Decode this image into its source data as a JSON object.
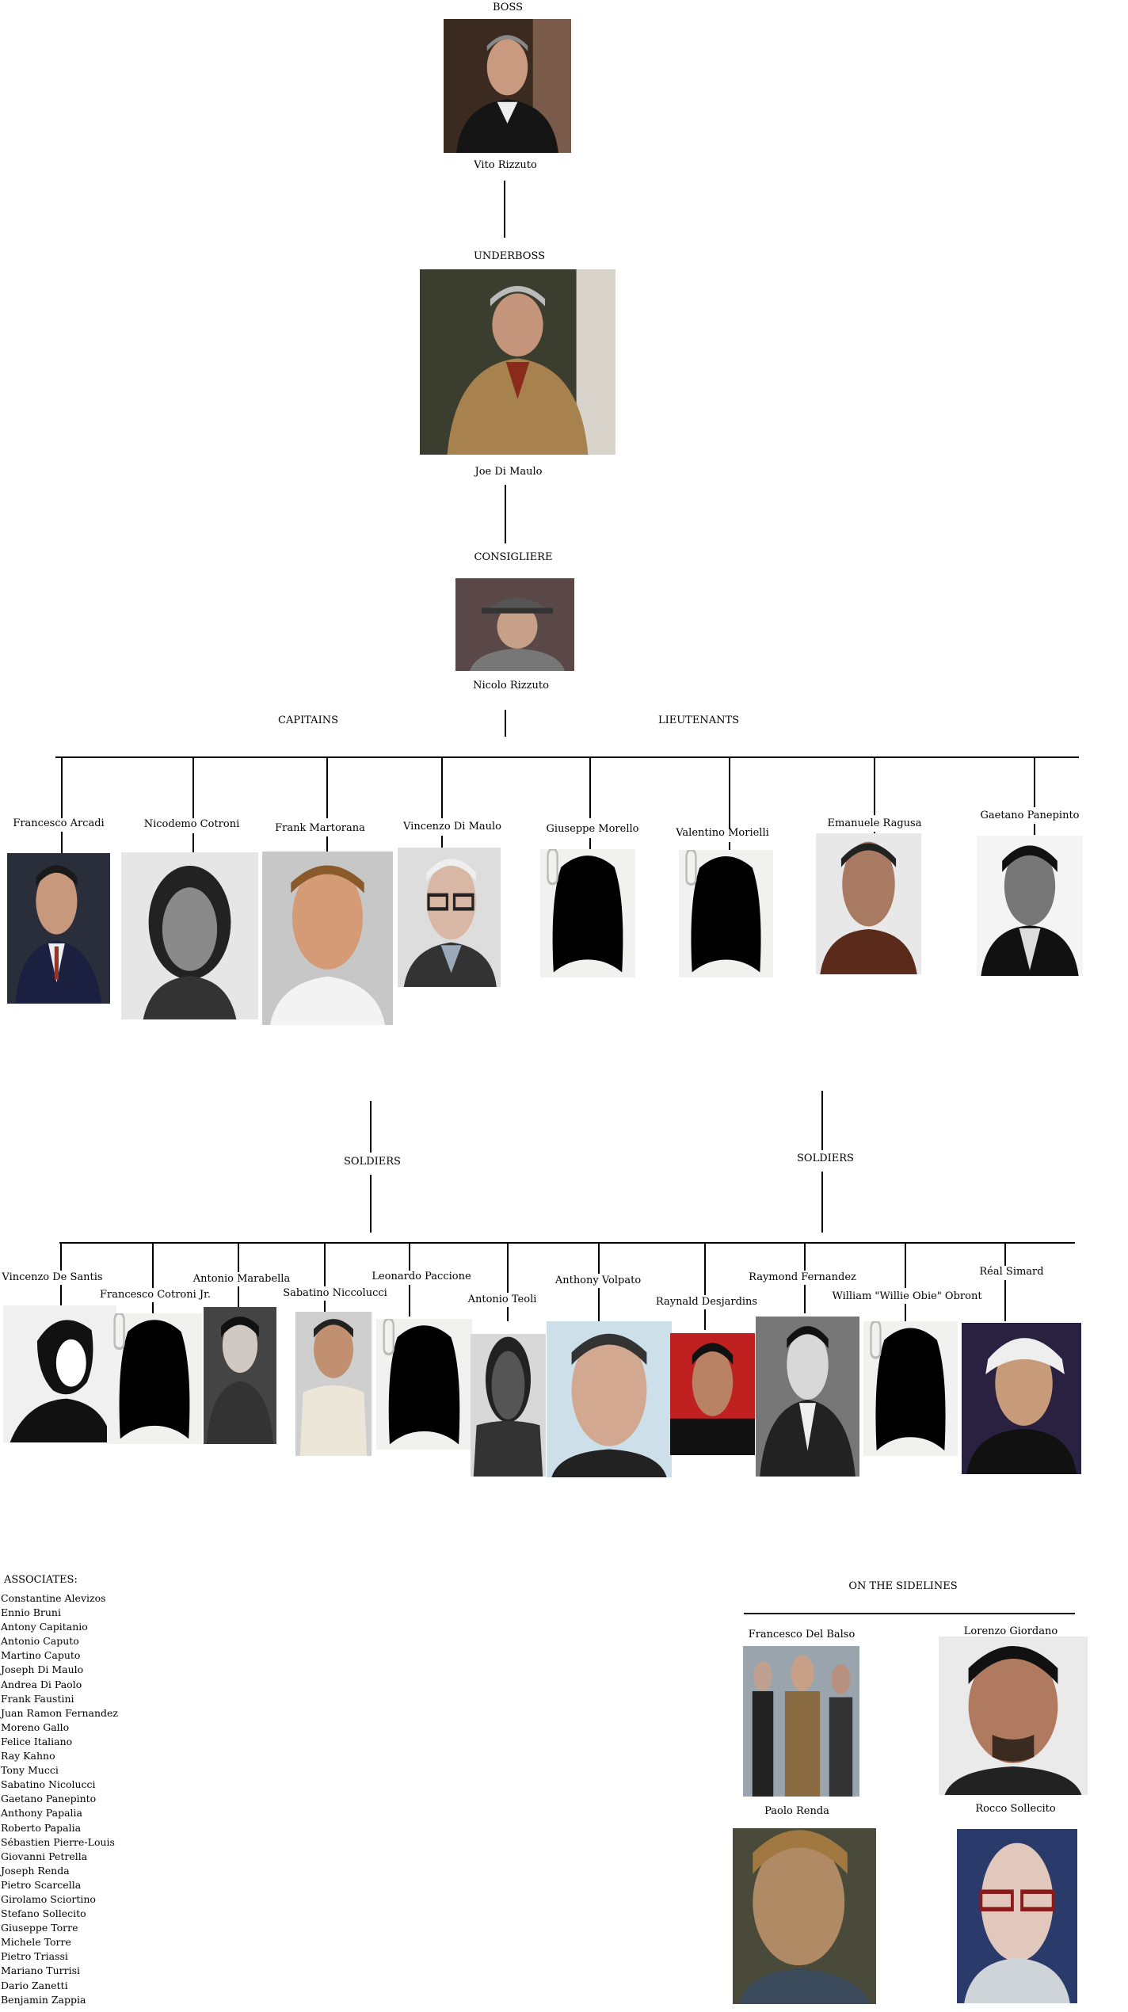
{
  "top": {
    "boss_label": "BOSS",
    "boss_name": "Vito Rizzuto",
    "underboss_label": "UNDERBOSS",
    "underboss_name": "Joe Di Maulo",
    "consigliere_label": "CONSIGLIERE",
    "consigliere_name": "Nicolo Rizzuto"
  },
  "capitains_label": "CAPITAINS",
  "lieutenants_label": "LIEUTENANTS",
  "row1": [
    {
      "name": "Francesco Arcadi",
      "photo": "portrait-photo"
    },
    {
      "name": "Nicodemo Cotroni",
      "photo": "portrait-photo"
    },
    {
      "name": "Frank Martorana",
      "photo": "portrait-photo"
    },
    {
      "name": "Vincenzo Di Maulo",
      "photo": "portrait-photo"
    },
    {
      "name": "Giuseppe Morello",
      "photo": "silhouette-placeholder"
    },
    {
      "name": "Valentino Morielli",
      "photo": "silhouette-placeholder"
    },
    {
      "name": "Emanuele Ragusa",
      "photo": "portrait-photo"
    },
    {
      "name": "Gaetano Panepinto",
      "photo": "portrait-photo"
    }
  ],
  "soldiers_left_label": "SOLDIERS",
  "soldiers_right_label": "SOLDIERS",
  "row2": [
    {
      "name": "Vincenzo De Santis",
      "photo": "portrait-photo"
    },
    {
      "name": "Francesco Cotroni Jr.",
      "photo": "silhouette-placeholder"
    },
    {
      "name": "Antonio Marabella",
      "photo": "portrait-photo"
    },
    {
      "name": "Sabatino Niccolucci",
      "photo": "portrait-photo"
    },
    {
      "name": "Leonardo Paccione",
      "photo": "silhouette-placeholder"
    },
    {
      "name": "Antonio Teoli",
      "photo": "portrait-photo"
    },
    {
      "name": "Anthony Volpato",
      "photo": "portrait-photo"
    },
    {
      "name": "Raynald Desjardins",
      "photo": "portrait-photo"
    },
    {
      "name": "Raymond Fernandez",
      "photo": "portrait-photo"
    },
    {
      "name": "William \"Willie Obie\" Obront",
      "photo": "silhouette-placeholder"
    },
    {
      "name": "Réal Simard",
      "photo": "portrait-photo"
    }
  ],
  "associates": {
    "heading": "ASSOCIATES:",
    "names": [
      "Constantine Alevizos",
      "Ennio Bruni",
      "Antony Capitanio",
      "Antonio Caputo",
      "Martino Caputo",
      "Joseph Di Maulo",
      "Andrea Di Paolo",
      "Frank Faustini",
      "Juan Ramon Fernandez",
      "Moreno Gallo",
      "Felice Italiano",
      "Ray Kahno",
      "Tony Mucci",
      "Sabatino Nicolucci",
      "Gaetano Panepinto",
      "Anthony Papalia",
      "Roberto Papalia",
      "Sébastien Pierre-Louis",
      "Giovanni Petrella",
      "Joseph Renda",
      "Pietro Scarcella",
      "Girolamo Sciortino",
      "Stefano Sollecito",
      "Giuseppe Torre",
      "Michele Torre",
      "Pietro Triassi",
      "Mariano Turrisi",
      "Dario Zanetti",
      "Benjamin Zappia"
    ]
  },
  "sidelines": {
    "heading": "ON THE SIDELINES",
    "people": [
      {
        "name": "Francesco Del Balso"
      },
      {
        "name": "Lorenzo Giordano"
      },
      {
        "name": "Paolo Renda"
      },
      {
        "name": "Rocco Sollecito"
      }
    ]
  },
  "colors": {
    "line": "#000000",
    "placeholder_bg": "#f1f1ef",
    "silhouette": "#000000"
  }
}
